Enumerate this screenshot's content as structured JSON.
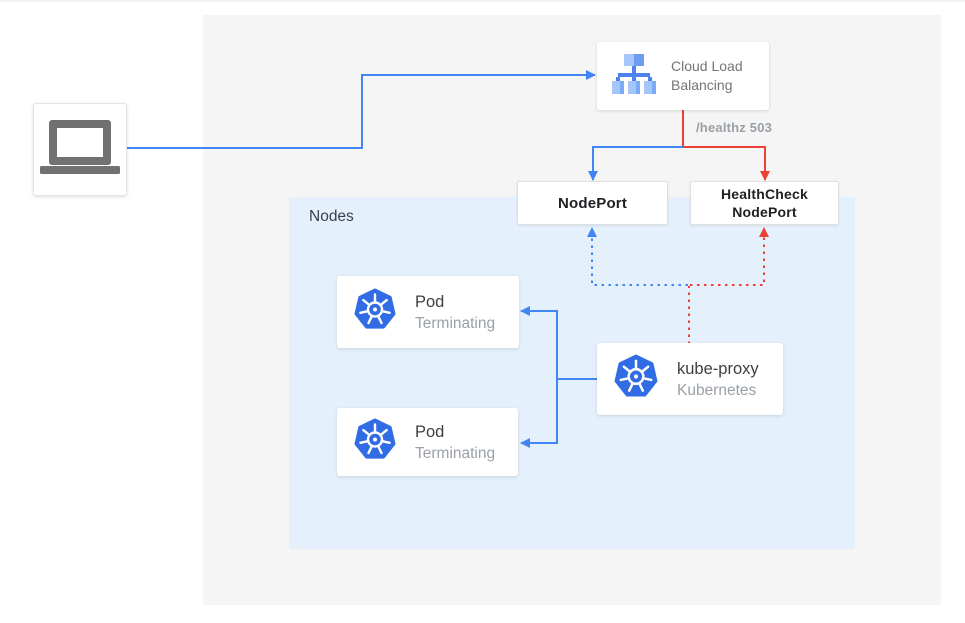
{
  "palette": {
    "traffic_blue": "#4285F4",
    "healthcheck_red": "#EA4335",
    "kubernetes_blue": "#326CE5",
    "outer_panel_bg": "#F5F5F5",
    "nodes_panel_bg": "#E4F1FC",
    "muted_text": "#9AA0A6",
    "body_text": "#3C4043"
  },
  "icons": {
    "client": "laptop-icon",
    "cloud_load_balancing": "load-balancer-icon",
    "pod": "kubernetes-helm-icon",
    "kube_proxy": "kubernetes-helm-icon"
  },
  "clb": {
    "line1": "Cloud Load",
    "line2": "Balancing"
  },
  "healthz_label": "/healthz 503",
  "nodeport": {
    "label": "NodePort"
  },
  "healthcheck_nodeport": {
    "line1": "HealthCheck",
    "line2": "NodePort"
  },
  "nodes_panel": {
    "label": "Nodes"
  },
  "pods": [
    {
      "title": "Pod",
      "subtitle": "Terminating"
    },
    {
      "title": "Pod",
      "subtitle": "Terminating"
    }
  ],
  "kube_proxy": {
    "title": "kube-proxy",
    "subtitle": "Kubernetes"
  },
  "edges": [
    {
      "from": "client-laptop",
      "to": "cloud-load-balancing",
      "style": "solid-blue"
    },
    {
      "from": "cloud-load-balancing",
      "to": "nodeport",
      "style": "solid-blue"
    },
    {
      "from": "cloud-load-balancing",
      "to": "healthcheck-nodeport",
      "style": "solid-red",
      "label": "/healthz 503"
    },
    {
      "from": "kube-proxy",
      "to": "nodeport",
      "style": "dotted-blue"
    },
    {
      "from": "kube-proxy",
      "to": "healthcheck-nodeport",
      "style": "dotted-red"
    },
    {
      "from": "kube-proxy",
      "to": "pod-1",
      "style": "solid-blue"
    },
    {
      "from": "kube-proxy",
      "to": "pod-2",
      "style": "solid-blue"
    }
  ]
}
